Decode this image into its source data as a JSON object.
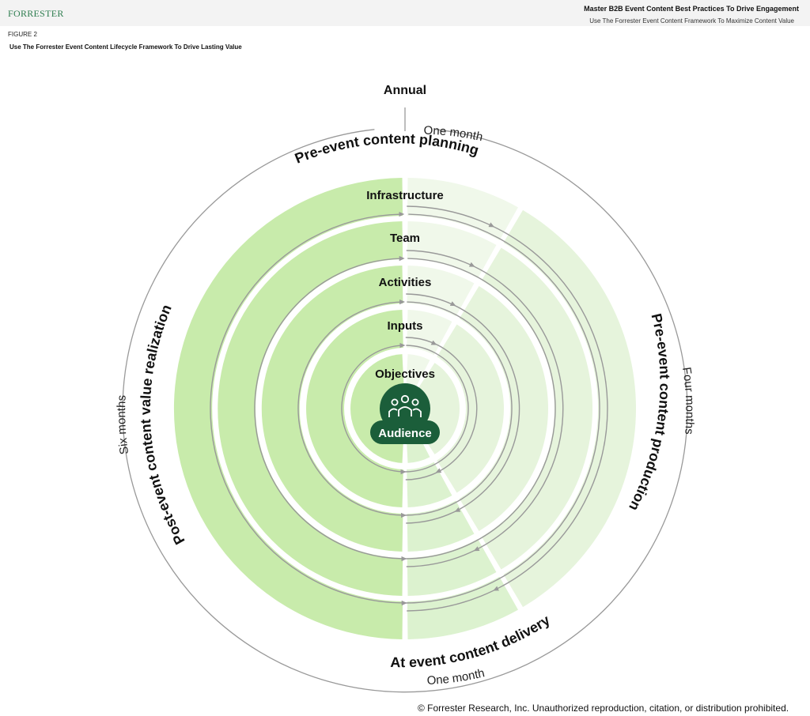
{
  "header": {
    "logo": "FORRESTER",
    "title": "Master B2B Event Content Best Practices To Drive Engagement",
    "subtitle": "Use The Forrester Event Content Framework To Maximize Content Value"
  },
  "figure": {
    "label": "FIGURE 2",
    "title": "Use The Forrester Event Content Lifecycle Framework To Drive Lasting Value"
  },
  "diagram": {
    "annual_label": "Annual",
    "rings": [
      "Infrastructure",
      "Team",
      "Activities",
      "Inputs",
      "Objectives"
    ],
    "center": {
      "label": "Audience",
      "icon": "people-group-icon"
    },
    "phases": {
      "planning": "Pre-event content planning",
      "production": "Pre-event content production",
      "delivery": "At event content delivery",
      "realization": "Post-event content value realization"
    },
    "durations": {
      "planning": "One month",
      "production": "Four months",
      "delivery": "One month",
      "realization": "Six months"
    },
    "colors": {
      "left_fill": "#c8ebab",
      "planning_fill": "#f0f8ea",
      "production_fill": "#e6f4dc",
      "delivery_fill": "#dcf2cf",
      "accent": "#1b5e3a",
      "arrow": "#999999",
      "outer_ring": "#999999"
    }
  },
  "footer": {
    "copyright": "© Forrester Research, Inc. Unauthorized reproduction, citation, or distribution prohibited."
  }
}
